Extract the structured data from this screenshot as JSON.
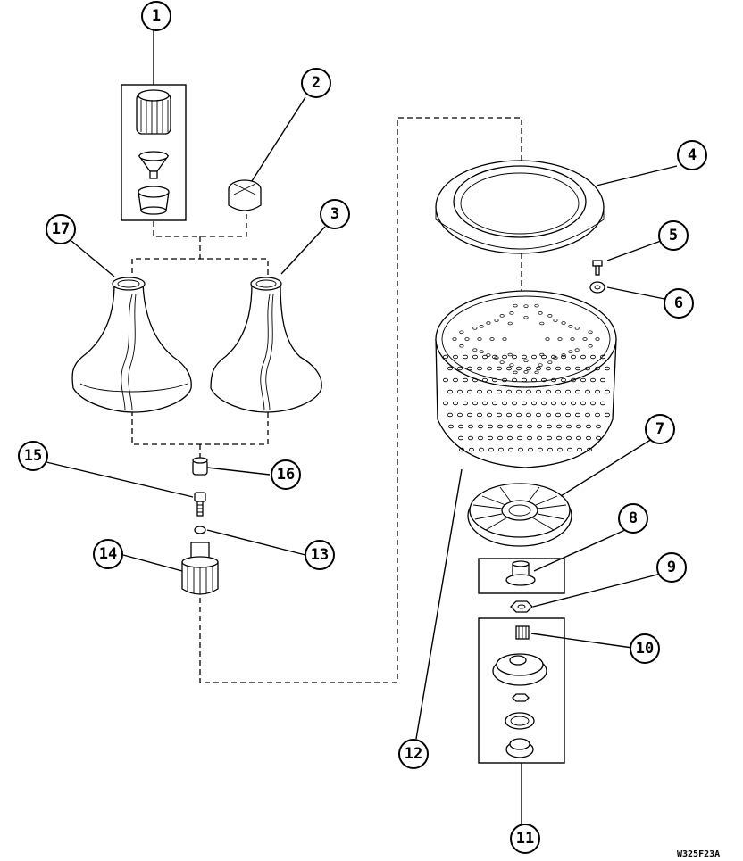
{
  "callouts": [
    {
      "id": "1",
      "label": "1"
    },
    {
      "id": "2",
      "label": "2"
    },
    {
      "id": "3",
      "label": "3"
    },
    {
      "id": "4",
      "label": "4"
    },
    {
      "id": "5",
      "label": "5"
    },
    {
      "id": "6",
      "label": "6"
    },
    {
      "id": "7",
      "label": "7"
    },
    {
      "id": "8",
      "label": "8"
    },
    {
      "id": "9",
      "label": "9"
    },
    {
      "id": "10",
      "label": "10"
    },
    {
      "id": "11",
      "label": "11"
    },
    {
      "id": "12",
      "label": "12"
    },
    {
      "id": "13",
      "label": "13"
    },
    {
      "id": "14",
      "label": "14"
    },
    {
      "id": "15",
      "label": "15"
    },
    {
      "id": "16",
      "label": "16"
    },
    {
      "id": "17",
      "label": "17"
    }
  ],
  "drawing_code": "W325F23A",
  "colors": {
    "line": "#000000",
    "background": "#ffffff"
  }
}
